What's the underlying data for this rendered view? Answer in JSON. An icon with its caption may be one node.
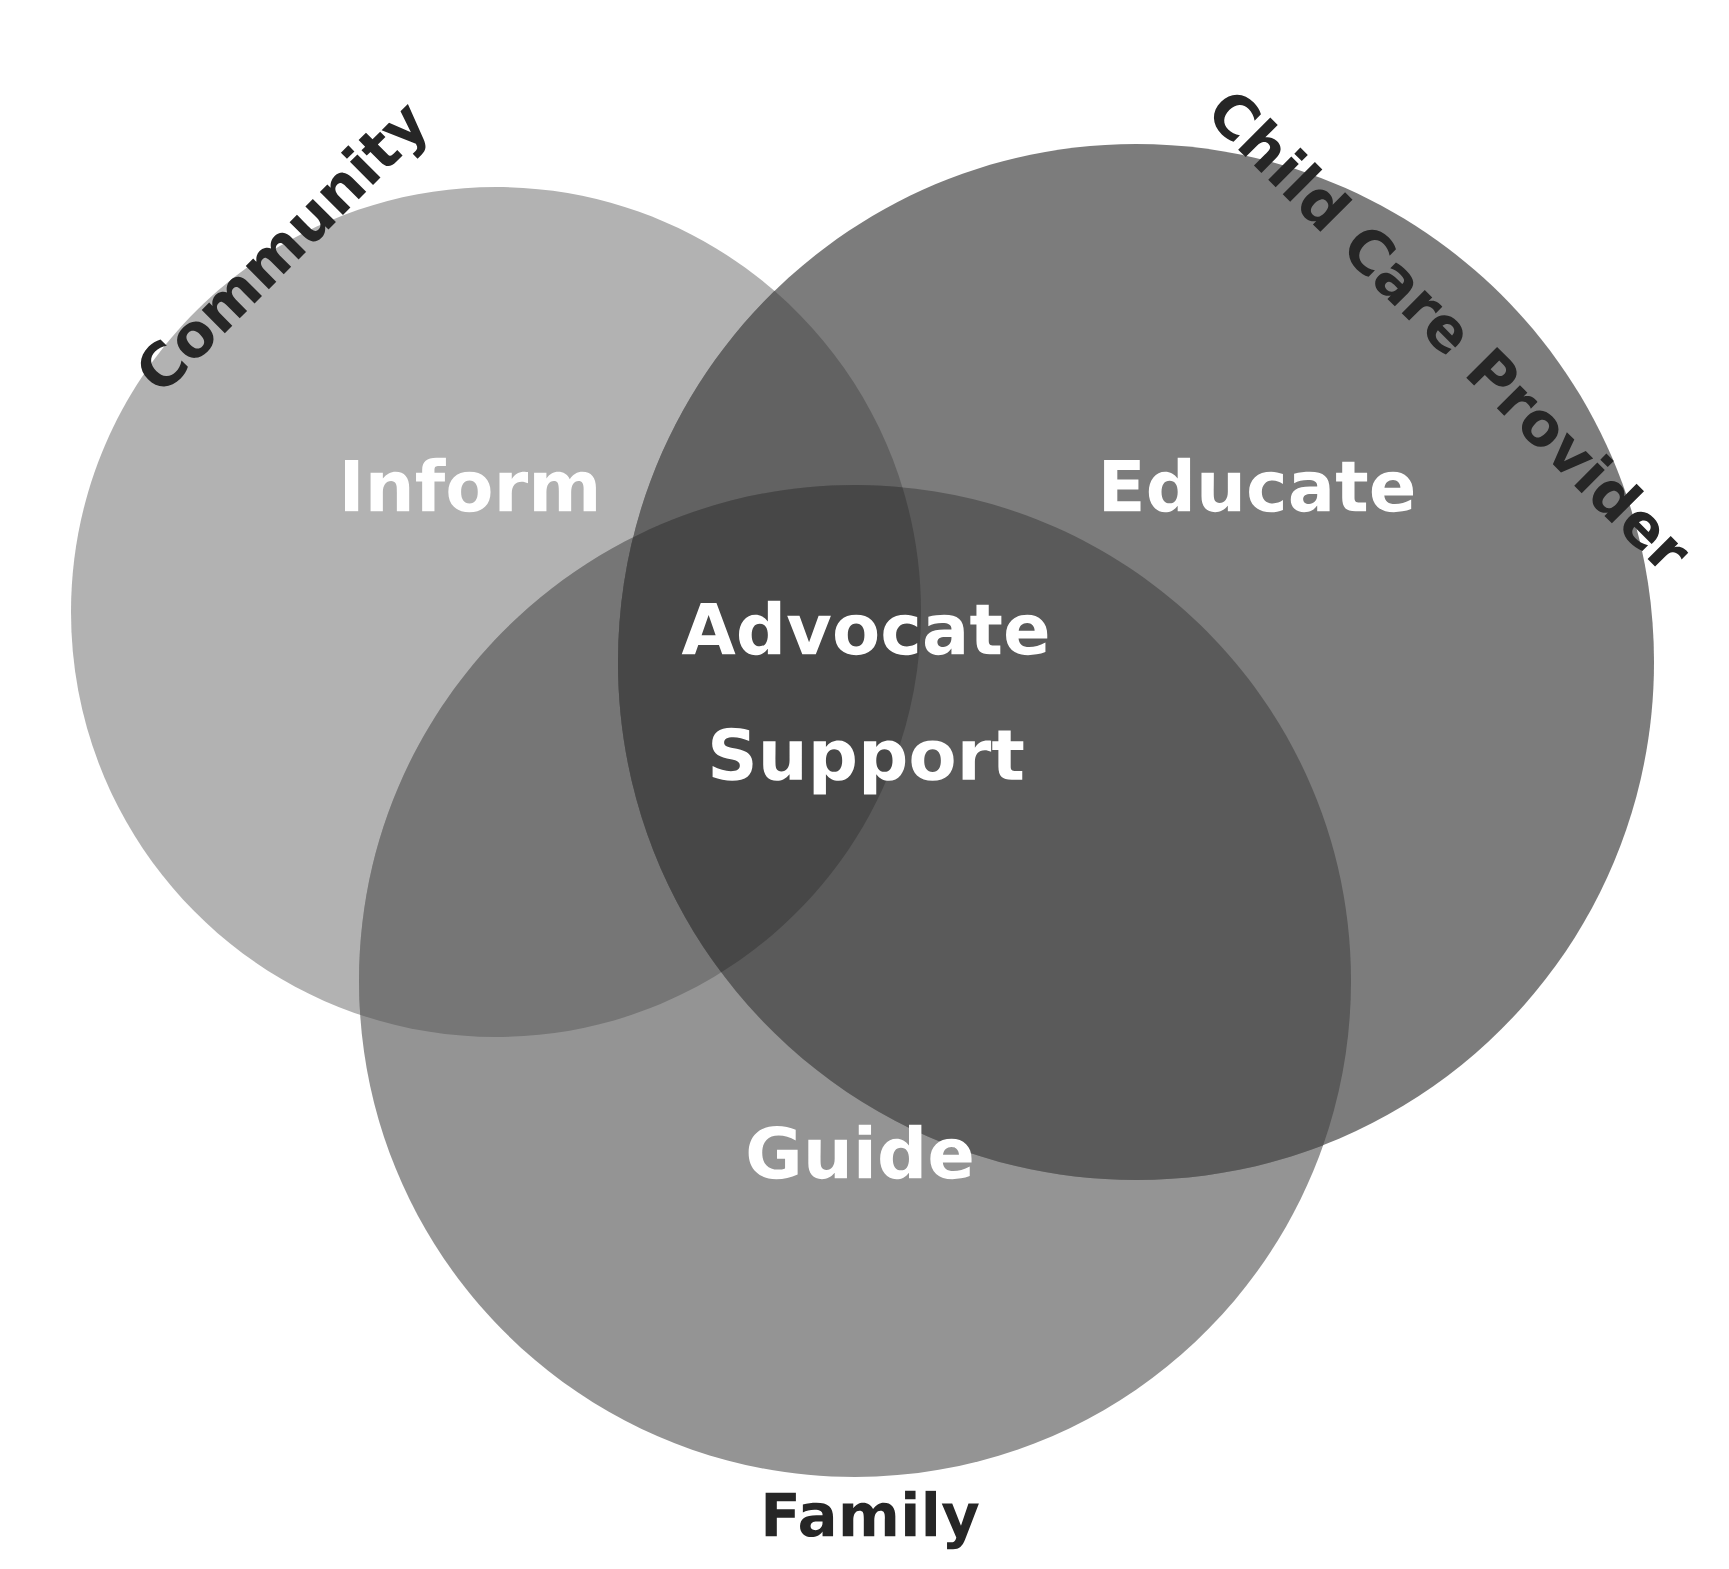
{
  "diagram": {
    "nodes": [
      {
        "text": [
          "Community"
        ]
      },
      {
        "text": [
          "Child Care Provider"
        ]
      },
      {
        "text": [
          "Family"
        ]
      }
    ],
    "labels": [
      "Inform",
      "Educate",
      "Advocate",
      "Support",
      "Guide"
    ]
  }
}
